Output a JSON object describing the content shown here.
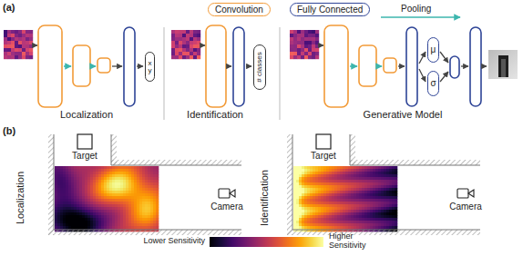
{
  "diagram": {
    "nodes": [
      {
        "text": [
          "x",
          "y"
        ]
      },
      {
        "text": [
          "# classes"
        ]
      },
      {
        "text": [
          "μ"
        ]
      },
      {
        "text": [
          "σ"
        ]
      }
    ],
    "labels": [
      "(a)",
      "(b)",
      "Localization",
      "Identification",
      "Generative Model",
      "Target",
      "Camera",
      "Localization",
      "Identification",
      "Target",
      "Camera",
      "Lower Sensitivity",
      "Higher Sensitivity"
    ],
    "legend": [
      {
        "text": "Convolution"
      },
      {
        "text": "Fully Connected"
      },
      {
        "text": "Pooling"
      }
    ]
  }
}
